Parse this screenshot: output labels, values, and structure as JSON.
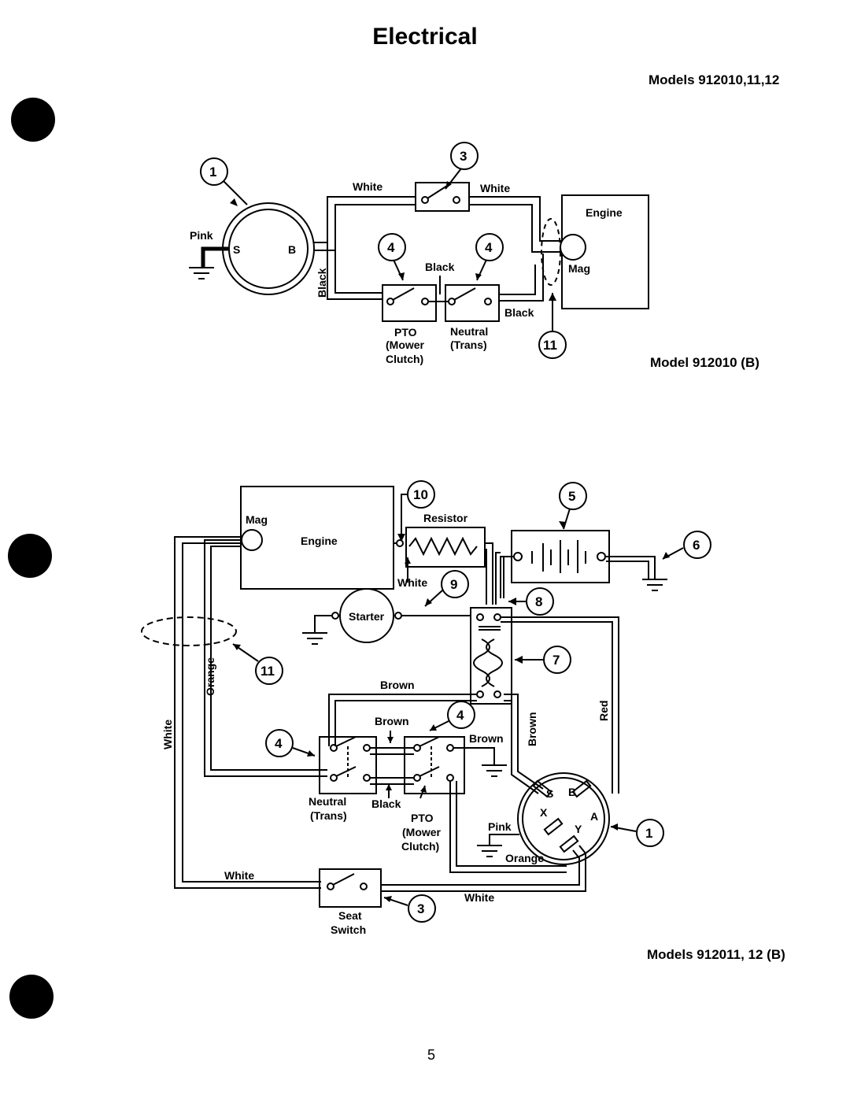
{
  "page": {
    "title": "Electrical",
    "page_number": "5",
    "section_header": "Models 912010,11,12"
  },
  "diagram_top": {
    "caption": "Model 912010 (B)",
    "labels": {
      "pink": "Pink",
      "s": "S",
      "b": "B",
      "black_vertical": "Black",
      "white_left": "White",
      "white_right": "White",
      "black_mid": "Black",
      "black_right": "Black",
      "engine": "Engine",
      "mag": "Mag",
      "pto": [
        "PTO",
        "(Mower",
        "Clutch)"
      ],
      "neutral": [
        "Neutral",
        "(Trans)"
      ]
    },
    "callouts": [
      "1",
      "3",
      "4",
      "4",
      "11"
    ]
  },
  "diagram_bottom": {
    "caption": "Models 912011, 12 (B)",
    "labels": {
      "mag": "Mag",
      "engine": "Engine",
      "resistor": "Resistor",
      "white_resistor": "White",
      "starter": "Starter",
      "orange_vertical": "Orange",
      "white_vertical": "White",
      "brown_top": "Brown",
      "brown_mid": "Brown",
      "brown_right": "Brown",
      "brown_vertical": "Brown",
      "red_vertical": "Red",
      "neutral": [
        "Neutral",
        "(Trans)"
      ],
      "black": "Black",
      "pto": [
        "PTO",
        "(Mower",
        "Clutch)"
      ],
      "pink": "Pink",
      "orange": "Orange",
      "white_bottom_left": "White",
      "white_bottom_right": "White",
      "seat_switch": [
        "Seat",
        "Switch"
      ],
      "key_s": "S",
      "key_b": "B",
      "key_x": "X",
      "key_a": "A",
      "key_y": "Y"
    },
    "callouts": [
      "10",
      "5",
      "6",
      "9",
      "8",
      "7",
      "11",
      "4",
      "4",
      "1",
      "3"
    ]
  }
}
